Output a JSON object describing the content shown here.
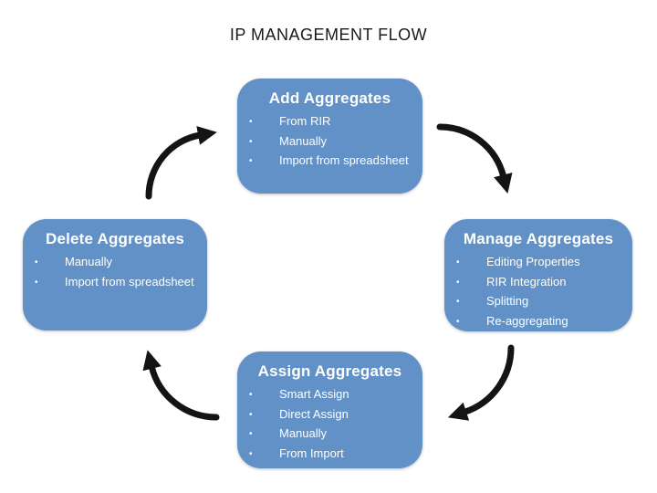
{
  "title": "IP MANAGEMENT FLOW",
  "accent_color": "#6191C6",
  "arrow_color": "#141414",
  "boxes": [
    {
      "title": "Add Aggregates",
      "items": [
        "From RIR",
        "Manually",
        "Import from spreadsheet"
      ]
    },
    {
      "title": "Manage Aggregates",
      "items": [
        "Editing Properties",
        "RIR Integration",
        "Splitting",
        "Re-aggregating"
      ]
    },
    {
      "title": "Delete Aggregates",
      "items": [
        "Manually",
        "Import from spreadsheet"
      ]
    },
    {
      "title": "Assign Aggregates",
      "items": [
        "Smart Assign",
        "Direct Assign",
        "Manually",
        "From Import"
      ]
    }
  ]
}
